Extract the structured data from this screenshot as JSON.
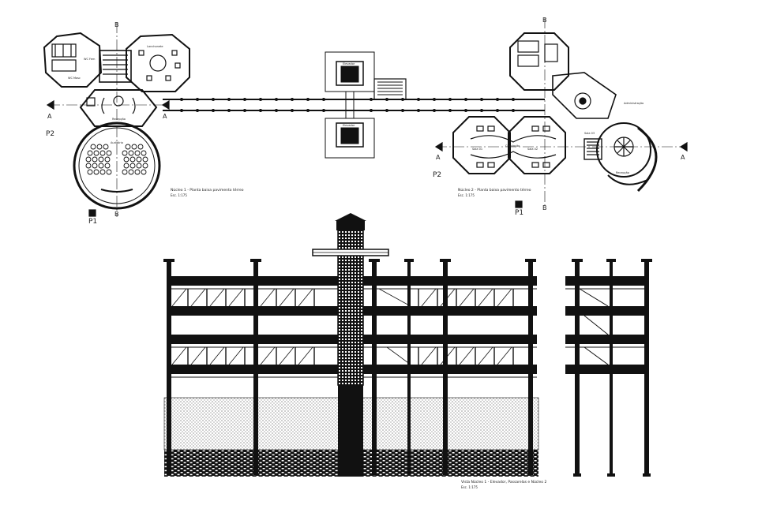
{
  "sheet": {
    "plan_left": {
      "caption": "Núcleo 1 - Planta baixa pavimento térreo",
      "scale": "Esc. 1:175",
      "section_marks": [
        "A",
        "A",
        "B",
        "B",
        "P2",
        "P1"
      ],
      "room_labels": [
        "Auditório",
        "Recepção",
        "Lanchonete",
        "WC Fem",
        "WC Masc"
      ]
    },
    "plan_right": {
      "caption": "Núcleo 2 - Planta baixa pavimento térreo",
      "scale": "Esc. 1:175",
      "section_marks": [
        "A",
        "A",
        "B",
        "B",
        "P2",
        "P1"
      ],
      "room_labels": [
        "Recepção",
        "Administração",
        "Sala 01",
        "Sala 02",
        "Sala 03",
        "Circulação"
      ]
    },
    "elevator_block": {
      "labels": [
        "Elevador",
        "Elevador"
      ]
    },
    "elevation": {
      "caption": "Vista Núcleo 1 - Elevador, Passarelas e Núcleo 2",
      "scale": "Esc. 1:175"
    }
  },
  "colors": {
    "line": "#111111",
    "paper": "#ffffff",
    "hatch": "#333333"
  }
}
